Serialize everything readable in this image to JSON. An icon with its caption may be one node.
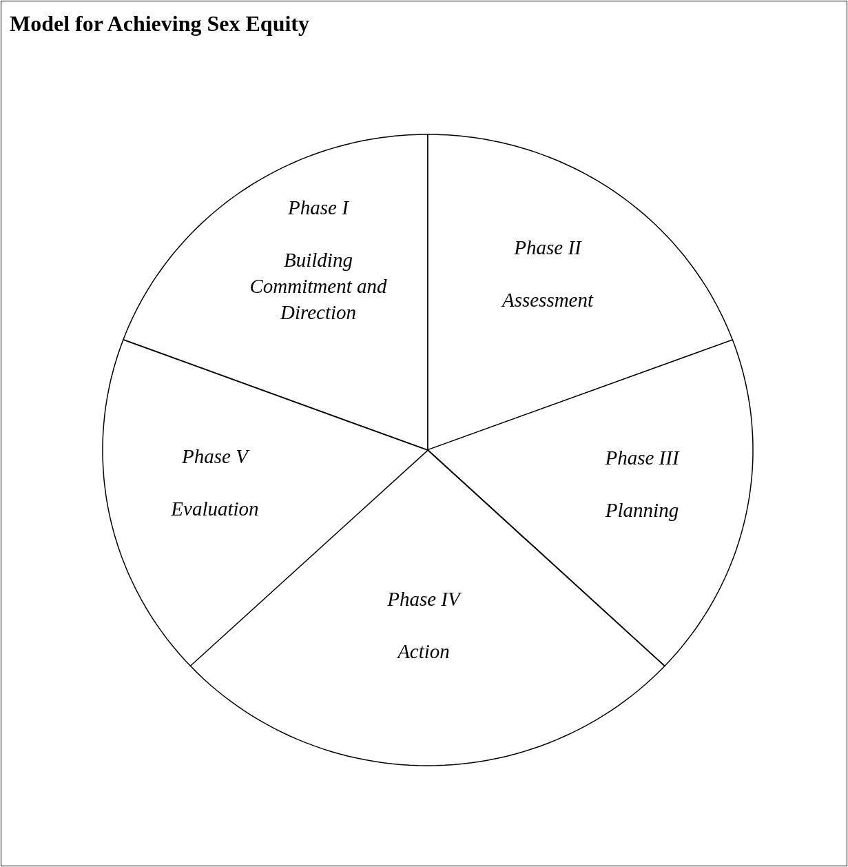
{
  "diagram": {
    "title": "Model for Achieving Sex Equity",
    "nodes": [
      {
        "text": [
          "Phase I",
          "Building Commitment and Direction"
        ]
      },
      {
        "text": [
          "Phase II",
          "Assessment"
        ]
      },
      {
        "text": [
          "Phase III",
          "Planning"
        ]
      },
      {
        "text": [
          "Phase IV",
          "Action"
        ]
      },
      {
        "text": [
          "Phase V",
          "Evaluation"
        ]
      }
    ]
  }
}
